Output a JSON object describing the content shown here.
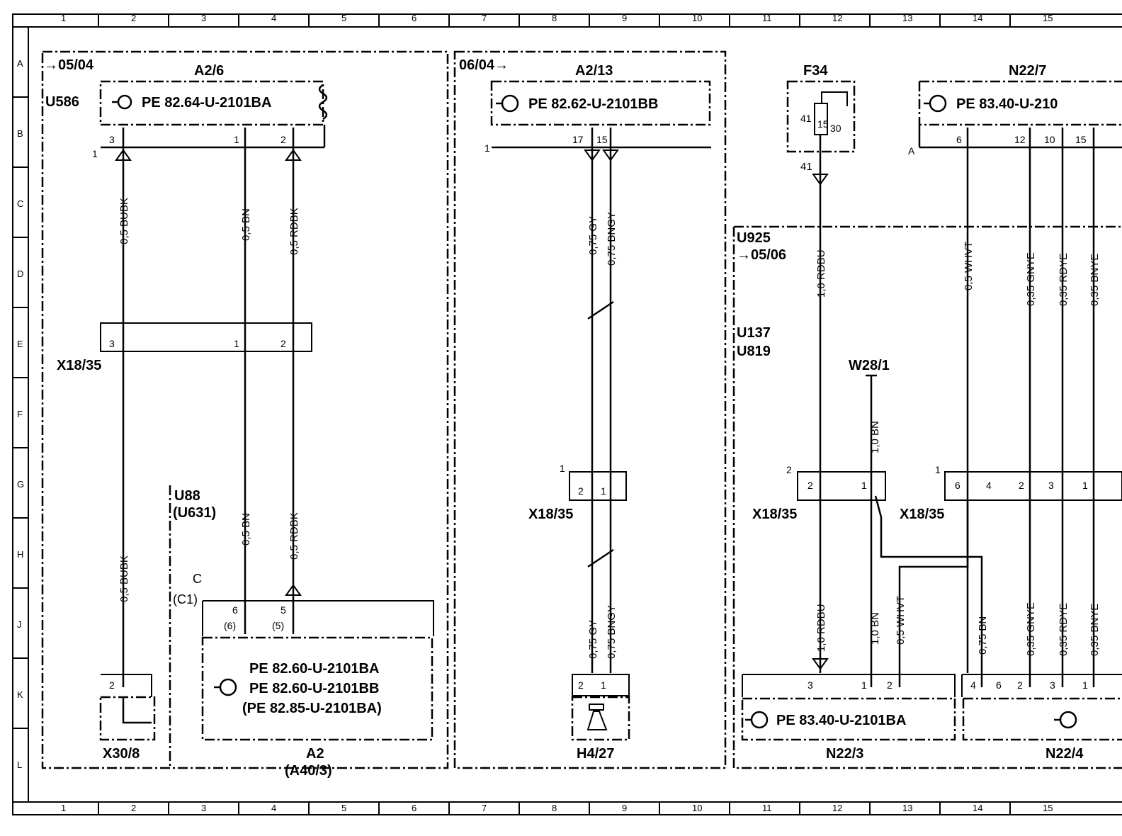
{
  "grid": {
    "cols": [
      "1",
      "2",
      "3",
      "4",
      "5",
      "6",
      "7",
      "8",
      "9",
      "10",
      "11",
      "12",
      "13",
      "14",
      "15"
    ],
    "rows": [
      "A",
      "B",
      "C",
      "D",
      "E",
      "F",
      "G",
      "H",
      "J",
      "K",
      "L"
    ]
  },
  "blocks": {
    "left": {
      "variant": "→05/04",
      "code": "U586",
      "codes_alt": [
        "U88",
        "(U631)"
      ]
    },
    "middle": {
      "variant": "06/04→"
    },
    "right": {
      "variant": "→05/06",
      "codes": [
        "U925",
        "U137",
        "U819"
      ]
    }
  },
  "components": {
    "a26": {
      "name": "A2/6",
      "ref": "PE 82.64-U-2101BA"
    },
    "a213": {
      "name": "A2/13",
      "ref": "PE 82.62-U-2101BB"
    },
    "f34": {
      "name": "F34",
      "pins": [
        "41",
        "15",
        "30"
      ],
      "label41": "41"
    },
    "n227": {
      "name": "N22/7",
      "ref": "PE 83.40-U-210"
    },
    "a2": {
      "name": "A2",
      "alt": "(A40/3)",
      "refs": [
        "PE 82.60-U-2101BA",
        "PE 82.60-U-2101BB",
        "(PE 82.85-U-2101BA)"
      ]
    },
    "x308": {
      "name": "X30/8"
    },
    "h427": {
      "name": "H4/27"
    },
    "n223": {
      "name": "N22/3",
      "ref": "PE 83.40-U-2101BA"
    },
    "n224": {
      "name": "N22/4"
    },
    "w281": {
      "name": "W28/1"
    },
    "x1835": {
      "name": "X18/35"
    }
  },
  "wires": {
    "a26_1": "0,5 BUBK",
    "a26_2": "0,5 BN",
    "a26_3": "0,5 RDBK",
    "a26_4": "0,5 BUBK",
    "a26_5": "0,5 BN",
    "a26_6": "0,5 RDBK",
    "m1": "0,75 GY",
    "m2": "0,75 BNGY",
    "m3": "0,75 GY",
    "m4": "0,75 BNGY",
    "r1": "1,0 RDBU",
    "r2": "0,5 WHVT",
    "r3": "0,35 GNYE",
    "r4": "0,35 RDYE",
    "r5": "0,35 BNYE",
    "r6": "1,0 BN",
    "r7": "1,0 RDBU",
    "r8": "1,0 BN",
    "r9": "0,5 WHVT",
    "r10": "0,75 BN",
    "r11": "0,35 GNYE",
    "r12": "0,35 RDYE",
    "r13": "0,35 BNYE"
  },
  "misc": {
    "c": "C",
    "c1": "(C1)",
    "pinA": "A",
    "pin1": "1"
  }
}
